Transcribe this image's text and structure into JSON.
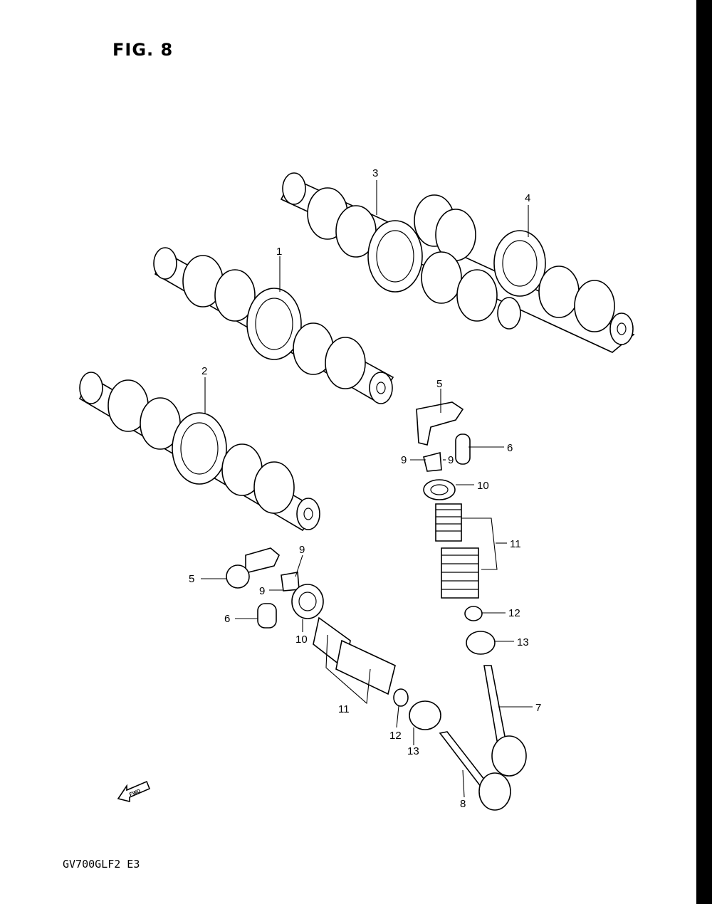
{
  "figure": {
    "title": "FIG. 8",
    "model_code": "GV700GLF2  E3",
    "fwd_label": "FWD"
  },
  "callouts": [
    {
      "id": "c1",
      "label": "1"
    },
    {
      "id": "c2",
      "label": "2"
    },
    {
      "id": "c3",
      "label": "3"
    },
    {
      "id": "c4",
      "label": "4"
    },
    {
      "id": "c5a",
      "label": "5"
    },
    {
      "id": "c6a",
      "label": "6"
    },
    {
      "id": "c9a",
      "label": "9"
    },
    {
      "id": "c9b",
      "label": "9"
    },
    {
      "id": "c10a",
      "label": "10"
    },
    {
      "id": "c11a",
      "label": "11"
    },
    {
      "id": "c12a",
      "label": "12"
    },
    {
      "id": "c13a",
      "label": "13"
    },
    {
      "id": "c7",
      "label": "7"
    },
    {
      "id": "c5b",
      "label": "5"
    },
    {
      "id": "c6b",
      "label": "6"
    },
    {
      "id": "c9c",
      "label": "9"
    },
    {
      "id": "c9d",
      "label": "9"
    },
    {
      "id": "c10b",
      "label": "10"
    },
    {
      "id": "c11b",
      "label": "11"
    },
    {
      "id": "c12b",
      "label": "12"
    },
    {
      "id": "c13b",
      "label": "13"
    },
    {
      "id": "c8",
      "label": "8"
    }
  ]
}
